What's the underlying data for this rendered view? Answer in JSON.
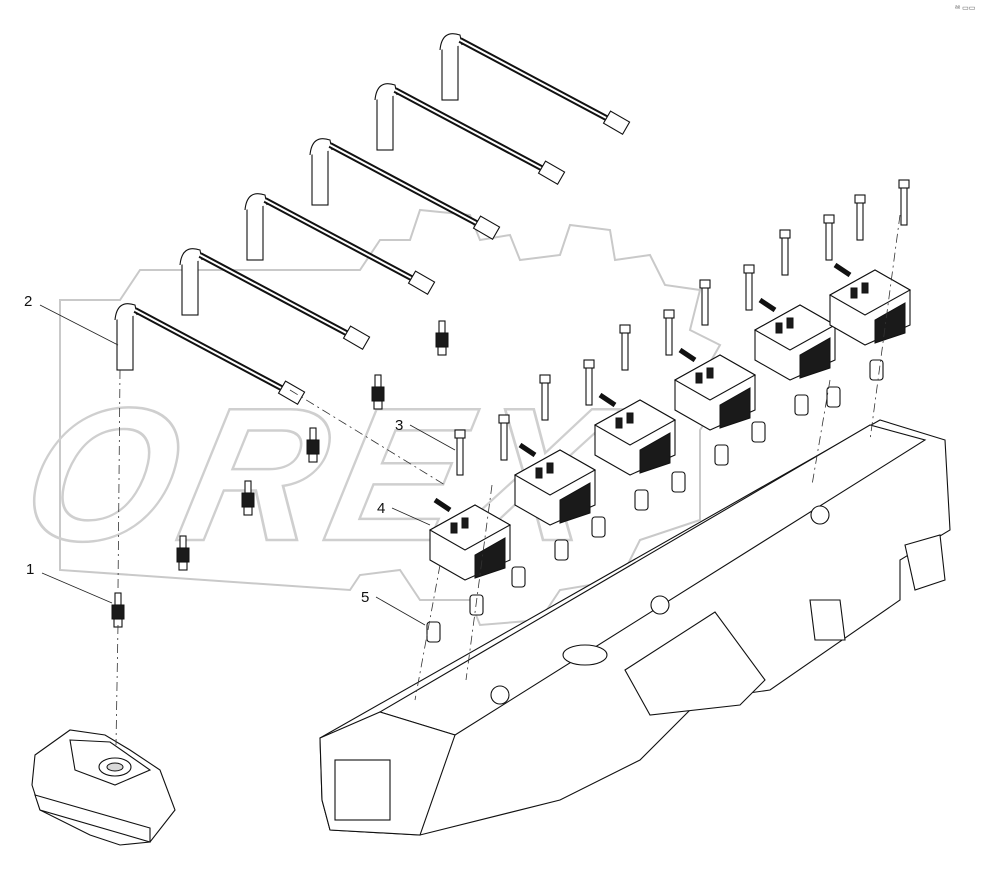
{
  "diagram": {
    "callouts": [
      {
        "id": "1",
        "label": "1"
      },
      {
        "id": "2",
        "label": "2"
      },
      {
        "id": "3",
        "label": "3"
      },
      {
        "id": "4",
        "label": "4"
      },
      {
        "id": "5",
        "label": "5"
      }
    ],
    "watermark": "OREX",
    "corner_mark": "ᵃᵉ ▭▭"
  }
}
